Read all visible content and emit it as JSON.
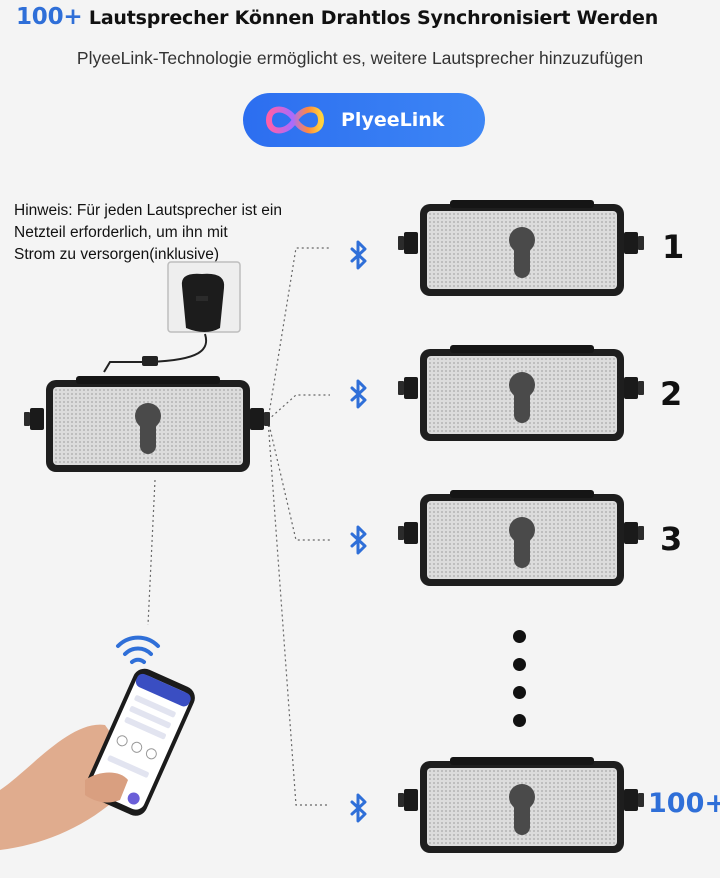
{
  "header": {
    "count": "100+",
    "title": "Lautsprecher Können Drahtlos Synchronisiert Werden",
    "subtitle": "PlyeeLink-Technologie ermöglicht es, weitere Lautsprecher hinzuzufügen"
  },
  "badge": {
    "label": "PlyeeLink",
    "icon": "infinity-logo-icon"
  },
  "note": {
    "lines": [
      "Hinweis: Für jeden Lautsprecher ist ein",
      "Netzteil erforderlich, um ihn mit",
      "Strom zu versorgen(inklusive)"
    ]
  },
  "speakers": [
    {
      "label": "1"
    },
    {
      "label": "2"
    },
    {
      "label": "3"
    },
    {
      "label": "100+"
    }
  ],
  "icons": {
    "bluetooth": "bluetooth-icon",
    "wifi": "wifi-icon",
    "adapter": "power-adapter-icon",
    "phone": "smartphone-icon"
  },
  "colors": {
    "accent": "#2f6fd8",
    "badge_bg": "#2c6ef0",
    "speaker_frame": "#1e1e1e",
    "speaker_grille": "#dadada"
  }
}
